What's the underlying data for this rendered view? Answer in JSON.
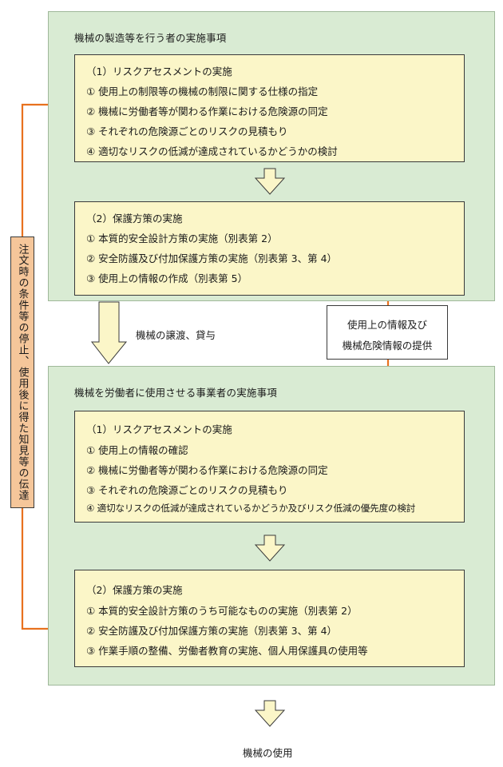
{
  "top_section": {
    "title": "機械の製造等を行う者の実施事項",
    "risk_box": {
      "heading": "（1）リスクアセスメントの実施",
      "items": [
        "① 使用上の制限等の機械の制限に関する仕様の指定",
        "② 機械に労働者等が関わる作業における危険源の同定",
        "③ それぞれの危険源ごとのリスクの見積もり",
        "④ 適切なリスクの低減が達成されているかどうかの検討"
      ]
    },
    "protect_box": {
      "heading": "（2）保護方策の実施",
      "items": [
        "① 本質的安全設計方策の実施（別表第 2）",
        "② 安全防護及び付加保護方策の実施（別表第 3、第 4）",
        "③ 使用上の情報の作成（別表第 5）"
      ]
    }
  },
  "transfer_label": "機械の譲渡、貸与",
  "info_provision": {
    "line1": "使用上の情報及び",
    "line2": "機械危険情報の提供"
  },
  "side_feedback": "注文時の条件等の停止、使用後に得た知見等の伝達",
  "bottom_section": {
    "title": "機械を労働者に使用させる事業者の実施事項",
    "risk_box": {
      "heading": "（1）リスクアセスメントの実施",
      "items": [
        "① 使用上の情報の確認",
        "② 機械に労働者等が関わる作業における危険源の同定",
        "③ それぞれの危険源ごとのリスクの見積もり",
        "④ 適切なリスクの低減が達成されているかどうか及びリスク低減の優先度の検討"
      ]
    },
    "protect_box": {
      "heading": "（2）保護方策の実施",
      "items": [
        "① 本質的安全設計方策のうち可能なものの実施（別表第 2）",
        "② 安全防護及び付加保護方策の実施（別表第 3、第 4）",
        "③ 作業手順の整備、労働者教育の実施、個人用保護具の使用等"
      ]
    }
  },
  "final_label": "機械の使用",
  "colors": {
    "section_bg": "#d9ebd3",
    "box_bg": "#fbf6c8",
    "flow_arrow": "#e8711e",
    "side_box_bg": "#f5c69a"
  }
}
